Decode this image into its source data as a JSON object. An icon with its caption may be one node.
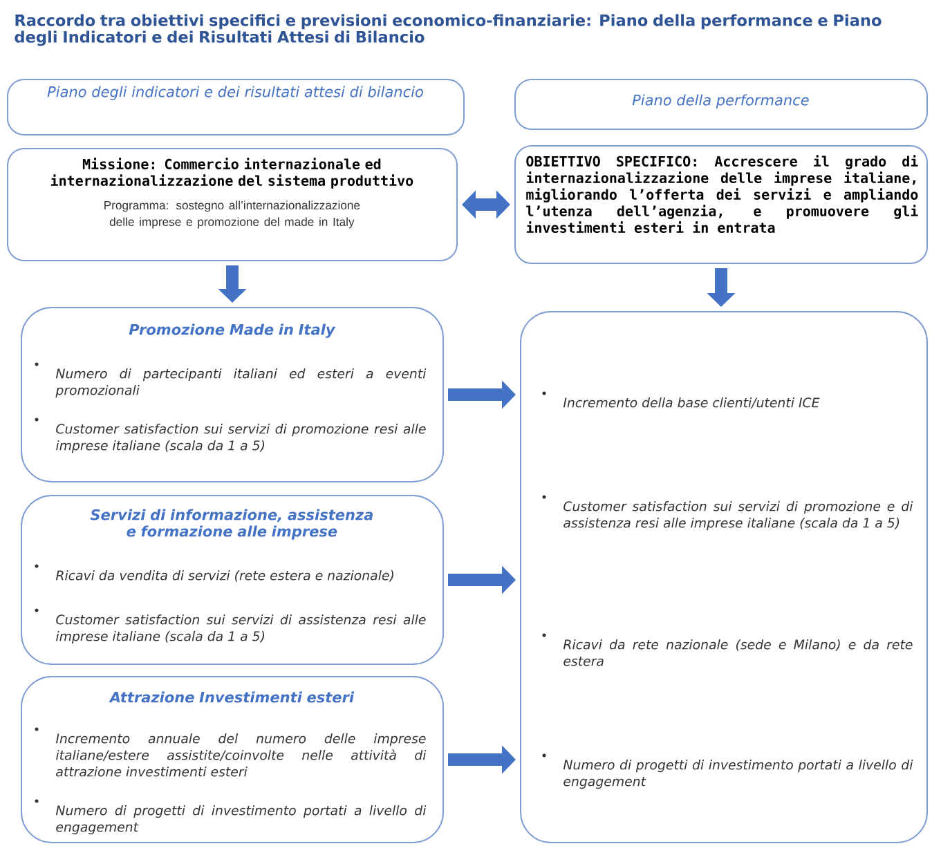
{
  "diagram": {
    "title": "Raccordo tra obiettivi specifici e previsioni economico-finanziarie: Piano della performance e Piano degli Indicatori e dei Risultati Attesi di Bilancio",
    "nodes": [
      {
        "text": [
          "Piano degli indicatori e dei risultati attesi di bilancio"
        ]
      },
      {
        "text": [
          "Piano della performance"
        ]
      },
      {
        "text": [
          "Missione: Commercio internazionale ed internazionalizzazione del sistema produttivo",
          "Programma: sostegno all’internazionalizzazione delle imprese e promozione del made in Italy"
        ]
      },
      {
        "text": [
          "OBIETTIVO SPECIFICO: Accrescere il grado di internazionalizzazione delle imprese italiane, migliorando l’offerta dei servizi e ampliando l’utenza dell’agenzia, e promuovere gli investimenti esteri in entrata"
        ]
      },
      {
        "text": [
          "Promozione Made in Italy",
          "Numero di partecipanti italiani ed esteri a eventi promozionali",
          "Customer satisfaction sui servizi di promozione resi alle imprese italiane (scala da 1 a 5)"
        ]
      },
      {
        "text": [
          "Servizi di informazione, assistenza e formazione alle imprese",
          "Ricavi da vendita di servizi (rete estera e nazionale)",
          "Customer satisfaction sui servizi di assistenza resi alle imprese italiane (scala da 1 a 5)"
        ]
      },
      {
        "text": [
          "Attrazione Investimenti esteri",
          "Incremento annuale del numero delle imprese italiane/estere assistite/coinvolte nelle attività di attrazione investimenti esteri",
          "Numero di progetti di investimento portati a livello di engagement"
        ]
      },
      {
        "text": [
          "Incremento della base clienti/utenti ICE",
          "Customer satisfaction sui servizi di promozione e di assistenza resi alle imprese italiane (scala da 1 a 5)",
          "Ricavi da rete nazionale (sede e Milano) e da rete estera",
          "Numero di progetti di investimento portati a livello di engagement"
        ]
      }
    ],
    "edges": [
      {
        "from": 2,
        "to": 3,
        "arrow": "both"
      },
      {
        "from": 2,
        "to": 4,
        "arrow": "to"
      },
      {
        "from": 3,
        "to": 7,
        "arrow": "to"
      },
      {
        "from": 4,
        "to": 7,
        "arrow": "to"
      },
      {
        "from": 5,
        "to": 7,
        "arrow": "to"
      },
      {
        "from": 6,
        "to": 7,
        "arrow": "to"
      }
    ]
  }
}
